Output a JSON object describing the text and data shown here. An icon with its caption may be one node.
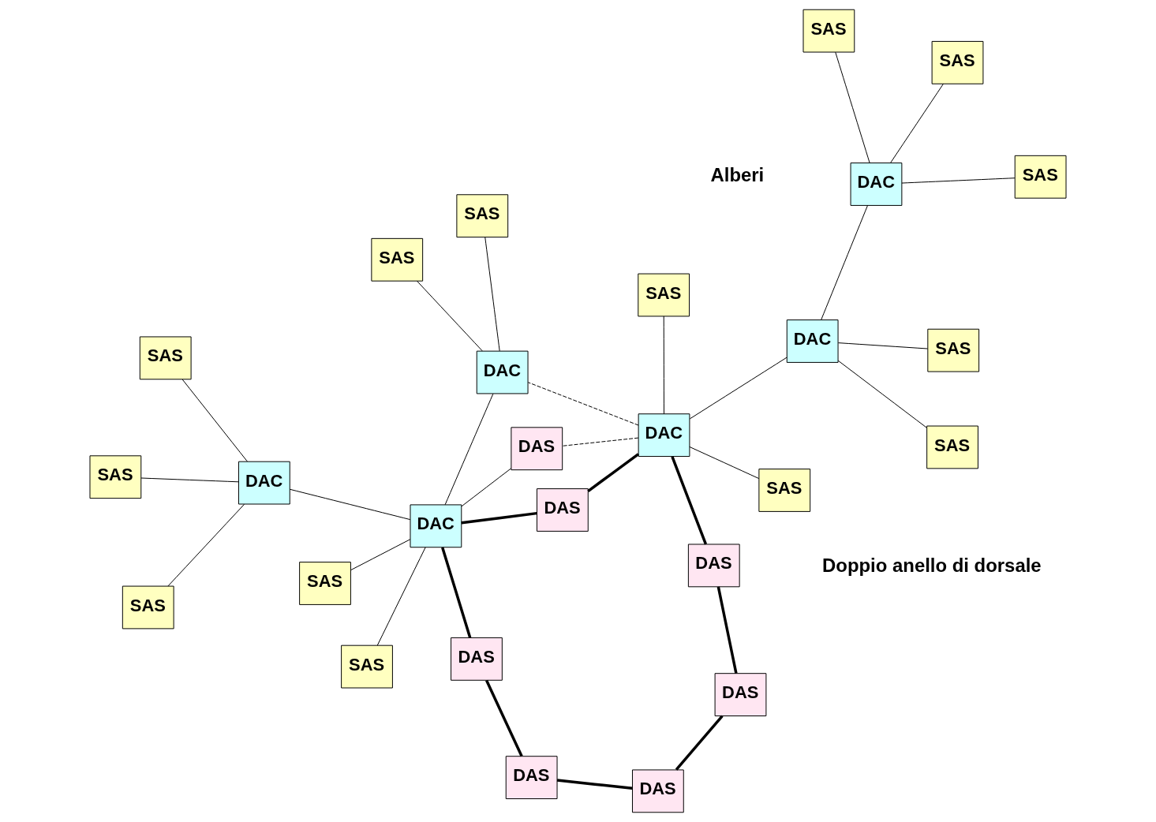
{
  "diagram": {
    "nodes": [
      {
        "text": [
          "DAS"
        ]
      },
      {
        "text": [
          "DAS"
        ]
      },
      {
        "text": [
          "DAS"
        ]
      },
      {
        "text": [
          "DAS"
        ]
      },
      {
        "text": [
          "DAS"
        ]
      },
      {
        "text": [
          "DAC"
        ]
      },
      {
        "text": [
          "DAC"
        ]
      },
      {
        "text": [
          "DAS"
        ]
      },
      {
        "text": [
          "SAS"
        ]
      },
      {
        "text": [
          "SAS"
        ]
      },
      {
        "text": [
          "DAC"
        ]
      },
      {
        "text": [
          "SAS"
        ]
      },
      {
        "text": [
          "SAS"
        ]
      },
      {
        "text": [
          "DAS"
        ]
      },
      {
        "text": [
          "DAC"
        ]
      },
      {
        "text": [
          "SAS"
        ]
      },
      {
        "text": [
          "SAS"
        ]
      },
      {
        "text": [
          "DAC"
        ]
      },
      {
        "text": [
          "DAC"
        ]
      },
      {
        "text": [
          "SAS"
        ]
      },
      {
        "text": [
          "SAS"
        ]
      },
      {
        "text": [
          "SAS"
        ]
      },
      {
        "text": [
          "SAS"
        ]
      },
      {
        "text": [
          "SAS"
        ]
      },
      {
        "text": [
          "SAS"
        ]
      },
      {
        "text": [
          "SAS"
        ]
      },
      {
        "text": [
          "SAS"
        ]
      }
    ],
    "edges": [
      {
        "from": 3,
        "to": 2,
        "arrow": "none",
        "style": "thick"
      },
      {
        "from": 2,
        "to": 0,
        "arrow": "none",
        "style": "thick"
      },
      {
        "from": 0,
        "to": 1,
        "arrow": "none",
        "style": "thick"
      },
      {
        "from": 1,
        "to": 4,
        "arrow": "none",
        "style": "thick"
      },
      {
        "from": 4,
        "to": 5,
        "arrow": "none",
        "style": "thick"
      },
      {
        "from": 5,
        "to": 7,
        "arrow": "none",
        "style": "thick"
      },
      {
        "from": 7,
        "to": 6,
        "arrow": "none",
        "style": "thick"
      },
      {
        "from": 6,
        "to": 3,
        "arrow": "none",
        "style": "thick"
      },
      {
        "from": 6,
        "to": 9,
        "arrow": "none"
      },
      {
        "from": 6,
        "to": 14,
        "arrow": "none"
      },
      {
        "from": 6,
        "to": 12,
        "arrow": "none"
      },
      {
        "from": 6,
        "to": 17,
        "arrow": "none"
      },
      {
        "from": 6,
        "to": 13,
        "arrow": "none"
      },
      {
        "from": 14,
        "to": 19,
        "arrow": "none"
      },
      {
        "from": 14,
        "to": 25,
        "arrow": "none"
      },
      {
        "from": 14,
        "to": 20,
        "arrow": "none"
      },
      {
        "from": 17,
        "to": 24,
        "arrow": "none"
      },
      {
        "from": 17,
        "to": 21,
        "arrow": "none"
      },
      {
        "from": 5,
        "to": 8,
        "arrow": "none"
      },
      {
        "from": 5,
        "to": 10,
        "arrow": "none"
      },
      {
        "from": 5,
        "to": 11,
        "arrow": "none"
      },
      {
        "from": 5,
        "to": 13,
        "arrow": "none",
        "style": "dashed"
      },
      {
        "from": 5,
        "to": 17,
        "arrow": "none",
        "style": "dashed"
      },
      {
        "from": 10,
        "to": 15,
        "arrow": "none"
      },
      {
        "from": 10,
        "to": 16,
        "arrow": "none"
      },
      {
        "from": 10,
        "to": 18,
        "arrow": "none"
      },
      {
        "from": 18,
        "to": 23,
        "arrow": "none"
      },
      {
        "from": 18,
        "to": 26,
        "arrow": "none"
      },
      {
        "from": 18,
        "to": 22,
        "arrow": "none"
      }
    ],
    "labels": [
      "Doppio anello di dorsale",
      "Alberi"
    ]
  }
}
